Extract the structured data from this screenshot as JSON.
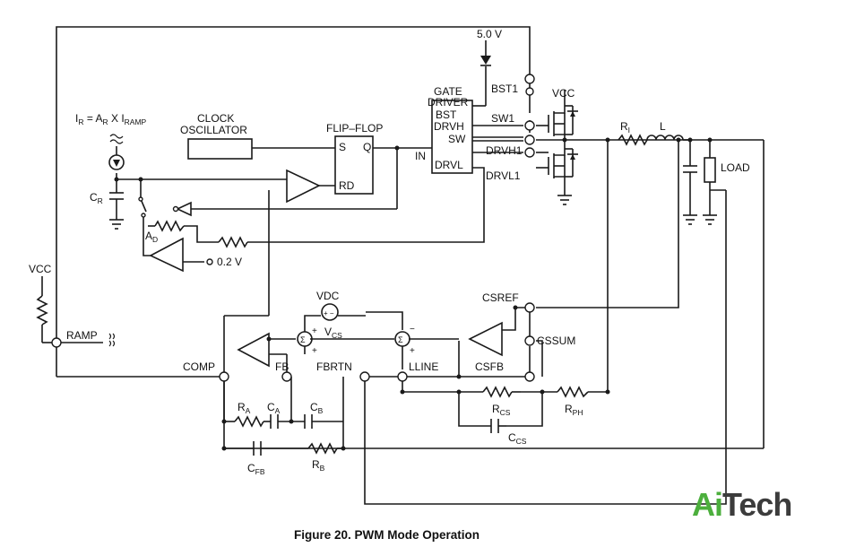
{
  "figure": {
    "caption": "Figure 20. PWM Mode Operation"
  },
  "watermark": {
    "text": "AiTech",
    "ai_color": "#4caf3d",
    "tech_color": "#3c3c3c"
  },
  "labels": {
    "v5": "5.0 V",
    "gate_driver_1": "GATE",
    "gate_driver_2": "DRIVER",
    "bst1": "BST1",
    "vcc_fet": "VCC",
    "bst": "BST",
    "sw1": "SW1",
    "drvh": "DRVH",
    "sw": "SW",
    "drvh1": "DRVH1",
    "drvl": "DRVL",
    "drvl1": "DRVL1",
    "in": "IN",
    "flipflop": "FLIP–FLOP",
    "s": "S",
    "q": "Q",
    "rd": "RD",
    "clock_1": "CLOCK",
    "clock_2": "OSCILLATOR",
    "ir_eq": "I",
    "ir_sub_r": "R",
    "ir_eq_mid": " = A",
    "ir_sub_r2": "R",
    "ir_eq_x": " X I",
    "ir_sub_ramp": "RAMP",
    "cr": "C",
    "cr_sub": "R",
    "ad": "A",
    "ad_sub": "D",
    "v02": "0.2 V",
    "vcc_left": "VCC",
    "ramp": "RAMP",
    "comp": "COMP",
    "fb": "FB",
    "fbrtn": "FBRTN",
    "lline": "LLINE",
    "csfb": "CSFB",
    "csref": "CSREF",
    "cssum": "CSSUM",
    "vdc": "VDC",
    "vcs": "V",
    "vcs_sub": "CS",
    "ri": "R",
    "ri_sub": "I",
    "l": "L",
    "load": "LOAD",
    "ra": "R",
    "ra_sub": "A",
    "ca": "C",
    "ca_sub": "A",
    "cb": "C",
    "cb_sub": "B",
    "cfb": "C",
    "cfb_sub": "FB",
    "rb": "R",
    "rb_sub": "B",
    "rcs": "R",
    "rcs_sub": "CS",
    "ccs": "C",
    "ccs_sub": "CS",
    "rph": "R",
    "rph_sub": "PH",
    "plus": "+",
    "minus": "−",
    "plusminus": "+ −",
    "sigma": "Σ"
  }
}
